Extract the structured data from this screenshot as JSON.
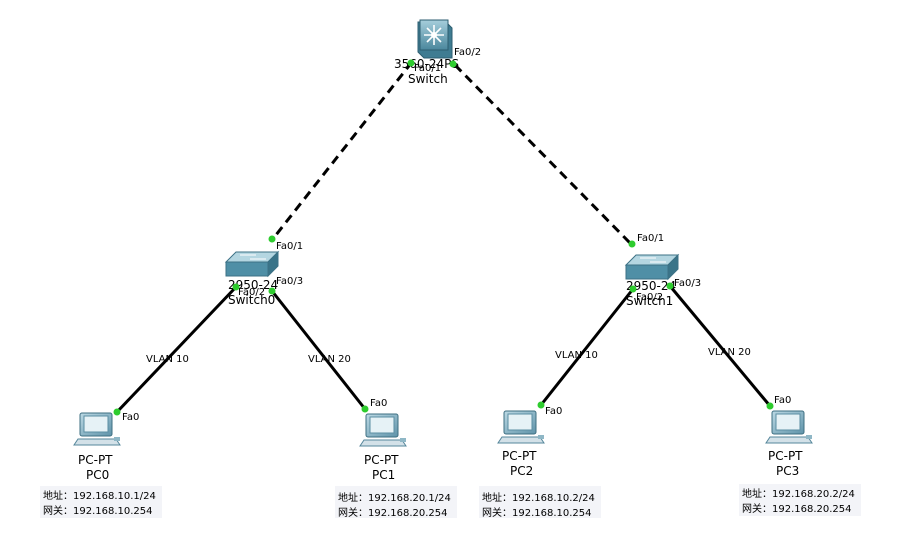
{
  "devices": {
    "core": {
      "model": "3560-24PS",
      "name": "Switch",
      "port_a": "Fa0/1",
      "port_b": "Fa0/2"
    },
    "sw0": {
      "model": "2950-24",
      "name": "Switch0",
      "uplink": "Fa0/1",
      "port_a": "Fa0/2",
      "port_b": "Fa0/3"
    },
    "sw1": {
      "model": "2950-24",
      "name": "Switch1",
      "uplink": "Fa0/1",
      "port_a": "Fa0/2",
      "port_b": "Fa0/3"
    },
    "pc0": {
      "type": "PC-PT",
      "name": "PC0",
      "port": "Fa0",
      "vlan": "VLAN 10",
      "addr": "地址：192.168.10.1/24",
      "gw": "网关：192.168.10.254"
    },
    "pc1": {
      "type": "PC-PT",
      "name": "PC1",
      "port": "Fa0",
      "vlan": "VLAN 20",
      "addr": "地址：192.168.20.1/24",
      "gw": "网关：192.168.20.254"
    },
    "pc2": {
      "type": "PC-PT",
      "name": "PC2",
      "port": "Fa0",
      "vlan": "VLAN 10",
      "addr": "地址：192.168.10.2/24",
      "gw": "网关：192.168.10.254"
    },
    "pc3": {
      "type": "PC-PT",
      "name": "PC3",
      "port": "Fa0",
      "vlan": "VLAN 20",
      "addr": "地址：192.168.20.2/24",
      "gw": "网关：192.168.20.254"
    }
  },
  "colors": {
    "link": "#000000",
    "port_dot": "#2ecc2e",
    "switch_body": "#4f8fa6",
    "switch_top": "#9cc4d2",
    "pc_screen": "#6fa3b9",
    "pc_body": "#c8d8e0"
  }
}
